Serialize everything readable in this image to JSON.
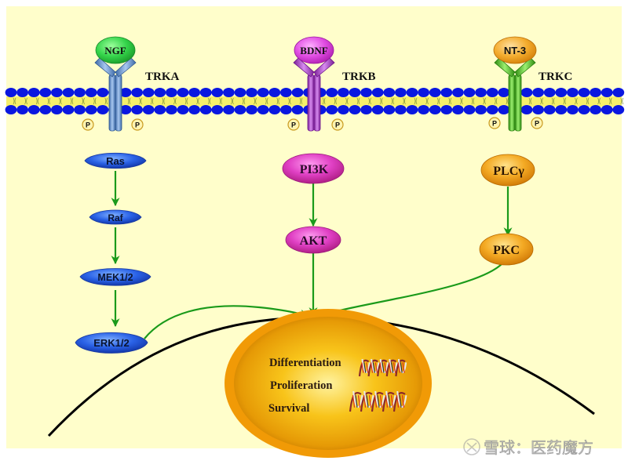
{
  "colors": {
    "background": "#fffecb",
    "membrane_head": "#0a17e0",
    "membrane_tail": "#f6f06a",
    "arrow": "#1a9a1a",
    "nucleus_membrane": "#000000",
    "nucleus_outer": "#f19a06",
    "nucleus_inner": "#f8c41a",
    "mapk_node": "#2a62e6",
    "pi3k_node": "#e040c4",
    "plc_node": "#f4aa24",
    "trka_receptor": "#6e9ad4",
    "trkb_receptor": "#a842c4",
    "trkc_receptor": "#5cc22a",
    "ngf": "#34d44a",
    "bdnf": "#e04ce2",
    "nt3": "#f4ac2e"
  },
  "receptors": [
    {
      "ligand": "NGF",
      "receptor": "TRKA",
      "phospho_labels": [
        "P",
        "P"
      ]
    },
    {
      "ligand": "BDNF",
      "receptor": "TRKB",
      "phospho_labels": [
        "P",
        "P"
      ]
    },
    {
      "ligand": "NT-3",
      "receptor": "TRKC",
      "phospho_labels": [
        "P",
        "P"
      ]
    }
  ],
  "pathways": {
    "mapk": [
      "Ras",
      "Raf",
      "MEK1/2",
      "ERK1/2"
    ],
    "pi3k": [
      "PI3K",
      "AKT"
    ],
    "plc": [
      "PLCγ",
      "PKC"
    ]
  },
  "nucleus": {
    "outcomes": [
      "Differentiation",
      "Proliferation",
      "Survival"
    ],
    "dna_icon": "dna-helix-icon"
  },
  "watermark": {
    "logo_icon": "snowball-logo-icon",
    "text": "雪球：医药魔方"
  }
}
